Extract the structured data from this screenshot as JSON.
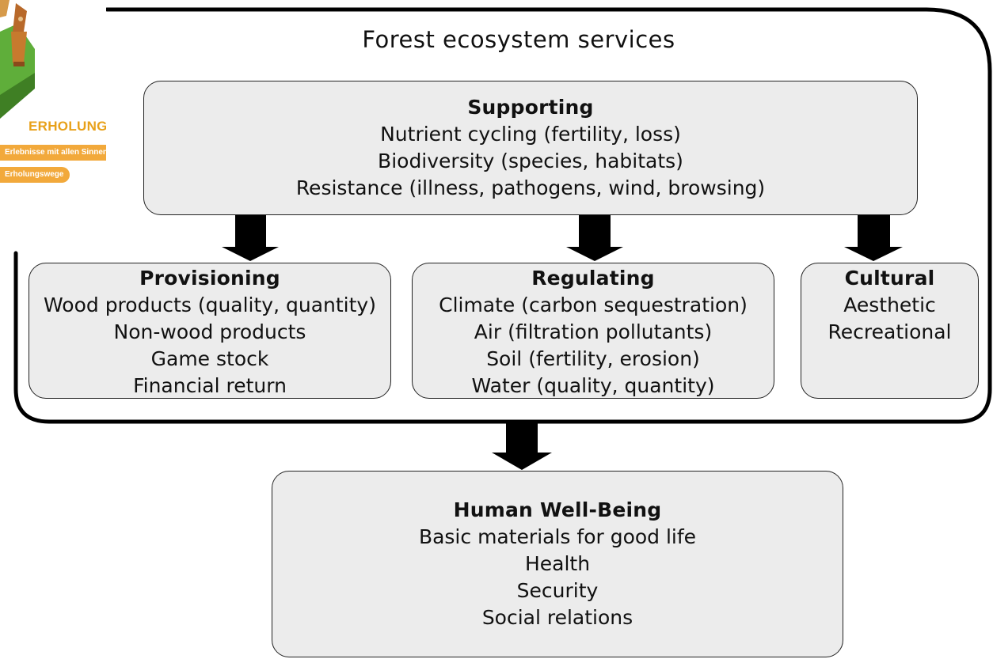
{
  "diagram": {
    "title": "Forest ecosystem services",
    "supporting": {
      "heading": "Supporting",
      "items": [
        "Nutrient cycling (fertility, loss)",
        "Biodiversity (species, habitats)",
        "Resistance (illness, pathogens, wind, browsing)"
      ]
    },
    "provisioning": {
      "heading": "Provisioning",
      "items": [
        "Wood products (quality, quantity)",
        "Non-wood products",
        "Game stock",
        "Financial return"
      ]
    },
    "regulating": {
      "heading": "Regulating",
      "items": [
        "Climate (carbon sequestration)",
        "Air (filtration pollutants)",
        "Soil (fertility, erosion)",
        "Water (quality, quantity)"
      ]
    },
    "cultural": {
      "heading": "Cultural",
      "items": [
        "Aesthetic",
        "Recreational"
      ]
    },
    "human_wellbeing": {
      "heading": "Human Well-Being",
      "items": [
        "Basic materials for good life",
        "Health",
        "Security",
        "Social relations"
      ]
    }
  },
  "thumbnail": {
    "caption": "ERHOLUNG",
    "pill_1": "Erlebnisse mit allen Sinnen",
    "pill_2": "Erholungswege"
  },
  "colors": {
    "box_fill": "#ececec",
    "arrow": "#000000",
    "thumb_orange": "#f2a93b",
    "thumb_green": "#4f9a2f"
  }
}
